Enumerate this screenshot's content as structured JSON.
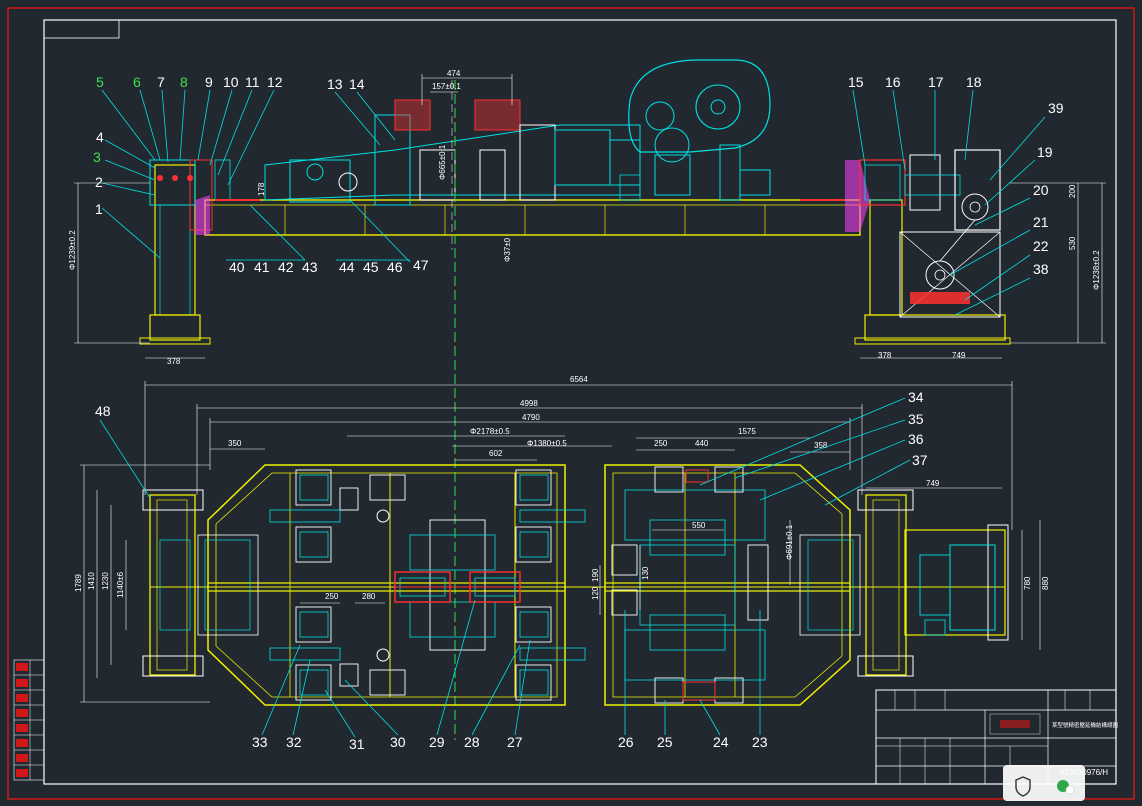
{
  "drawing": {
    "colors": {
      "background": "#212830",
      "border": "#d01818",
      "frame": "#ffffff",
      "structure": "#f0f000",
      "detail": "#00e0e0",
      "parts": "#ff3030",
      "green": "#30e040",
      "magenta": "#ff40ff"
    },
    "part_labels_top_left": [
      "1",
      "2",
      "3",
      "4",
      "5",
      "6",
      "7",
      "8",
      "9",
      "10",
      "11",
      "12",
      "13",
      "14"
    ],
    "part_labels_top_right": [
      "15",
      "16",
      "17",
      "18",
      "39",
      "19",
      "20",
      "21",
      "22",
      "38"
    ],
    "part_labels_bottom_left": [
      "40",
      "41",
      "42",
      "43",
      "44",
      "45",
      "46",
      "47"
    ],
    "part_labels_right_mid": [
      "34",
      "35",
      "36",
      "37"
    ],
    "part_labels_plan_left": [
      "48"
    ],
    "part_labels_plan_bottom": [
      "33",
      "32",
      "31",
      "30",
      "29",
      "28",
      "27",
      "26",
      "25",
      "24",
      "23"
    ],
    "dimensions": {
      "d474": "474",
      "d157": "157±0.1",
      "d665": "Φ665±0.1",
      "d37": "Φ37±0",
      "d1239l": "Φ1239±0.2",
      "d1238r": "Φ1238±0.2",
      "d178": "178",
      "d200": "200",
      "d530": "530",
      "d378l": "378",
      "d378r": "378",
      "d749a": "749",
      "d6564": "6564",
      "d4998": "4998",
      "d4790": "4790",
      "d2178": "Φ2178±0.5",
      "d1380": "Φ1380±0.5",
      "d1575": "1575",
      "d350a": "350",
      "d250a": "250",
      "d440": "440",
      "d358": "358",
      "d602": "602",
      "d749b": "749",
      "d550": "550",
      "d1789": "1789",
      "d1410": "1410",
      "d1230": "1230",
      "d1140": "1140±6",
      "d190": "190",
      "d120": "120",
      "d130": "130",
      "d250b": "250",
      "d280": "280",
      "d780": "780",
      "d880": "880",
      "d691": "Φ691±0.1"
    },
    "title_block": {
      "drawing_number": "623830976/H",
      "title": "某型號精密壓延機結構總圖"
    }
  }
}
